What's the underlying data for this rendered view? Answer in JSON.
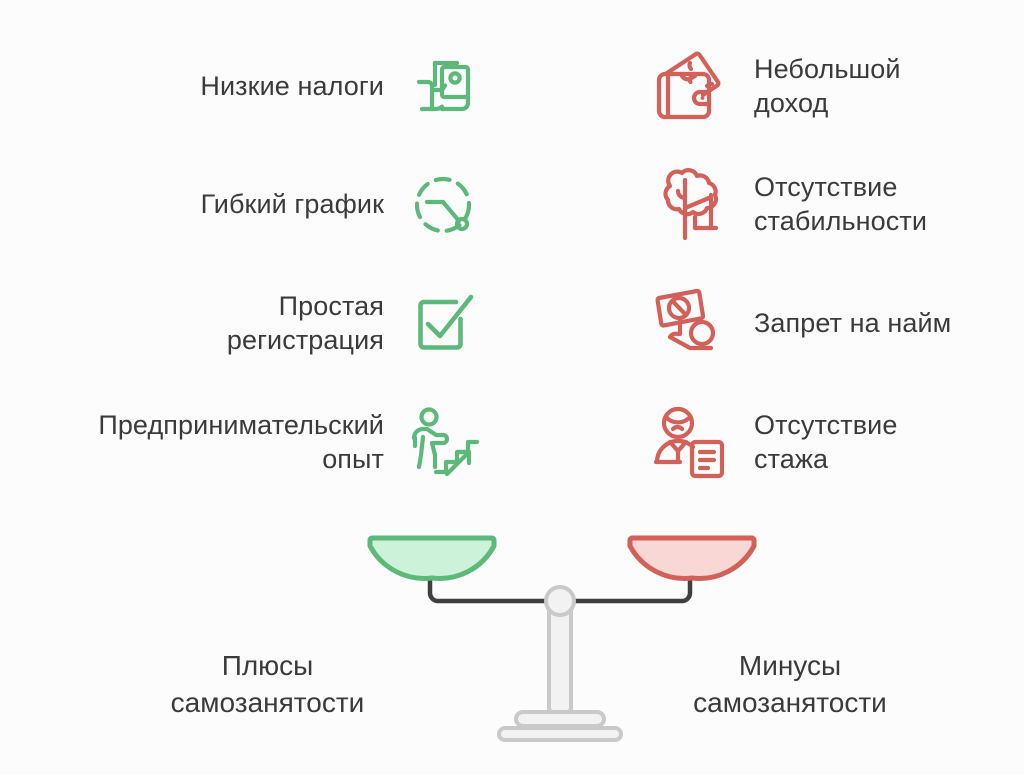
{
  "meta": {
    "background_color": "#fcfcfc",
    "text_color": "#3b3b3d"
  },
  "colors": {
    "pros_accent": "#5cb97a",
    "cons_accent": "#d4605a",
    "pros_pan_fill": "#cdf2da",
    "pros_pan_stroke": "#5cb97a",
    "cons_pan_fill": "#f8d7d4",
    "cons_pan_stroke": "#d4605a",
    "beam_color": "#3f3f41",
    "stand_fill": "#f2f2f2",
    "stand_stroke": "#c9c9c9"
  },
  "pros": {
    "caption": "Плюсы\nсамозанятости",
    "items": [
      {
        "label": "Низкие налоги",
        "icon": "money-in-hand-icon"
      },
      {
        "label": "Гибкий график",
        "icon": "dashed-clock-icon"
      },
      {
        "label": "Простая\nрегистрация",
        "icon": "checkbox-checked-icon"
      },
      {
        "label": "Предпринимательский\nопыт",
        "icon": "person-climbing-stairs-icon"
      }
    ]
  },
  "cons": {
    "caption": "Минусы\nсамозанятости",
    "items": [
      {
        "label": "Небольшой\nдоход",
        "icon": "wallet-with-banknote-icon"
      },
      {
        "label": "Отсутствие\nстабильности",
        "icon": "propped-tree-icon"
      },
      {
        "label": "Запрет на найм",
        "icon": "person-with-prohibition-sign-icon"
      },
      {
        "label": "Отсутствие\nстажа",
        "icon": "person-with-document-icon"
      }
    ]
  },
  "scale": {
    "name": "balance-scale",
    "state": "balanced",
    "left_pan": "pros-pan",
    "right_pan": "cons-pan"
  }
}
